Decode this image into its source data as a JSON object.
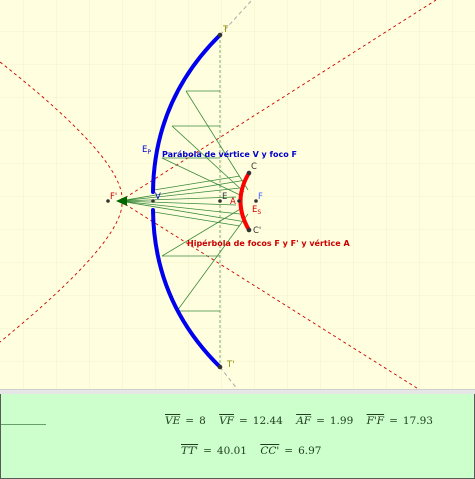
{
  "canvas": {
    "labels": {
      "T": "T",
      "T_prime": "T'",
      "C": "C",
      "C_prime": "C'",
      "F": "F",
      "F_prime": "F'",
      "V": "V",
      "E": "E",
      "A": "A",
      "Ep_main": "E",
      "Ep_sub": "P",
      "Es_main": "E",
      "Es_sub": "S"
    },
    "captions": {
      "parabola": "Parábola de vértice V y foco F",
      "hyperbola": "Hipérbola de focos F y F' y vértice A"
    },
    "colors": {
      "background": "#ffffe0",
      "parabola": "#0000ff",
      "hyperbola": "#ff0000",
      "asymptote": "#cc0000",
      "construction": "#3a8a3a",
      "axis": "#999999",
      "arrow": "#006600",
      "point_label": "#8b8b00"
    }
  },
  "measurements": {
    "row1": [
      {
        "segment": "VE",
        "value": "8"
      },
      {
        "segment": "VF",
        "value": "12.44"
      },
      {
        "segment": "AF",
        "value": "1.99"
      },
      {
        "segment": "F'F",
        "value": "17.93"
      }
    ],
    "row2": [
      {
        "segment": "TT'",
        "value": "40.01"
      },
      {
        "segment": "CC'",
        "value": "6.97"
      }
    ],
    "equals": "="
  }
}
